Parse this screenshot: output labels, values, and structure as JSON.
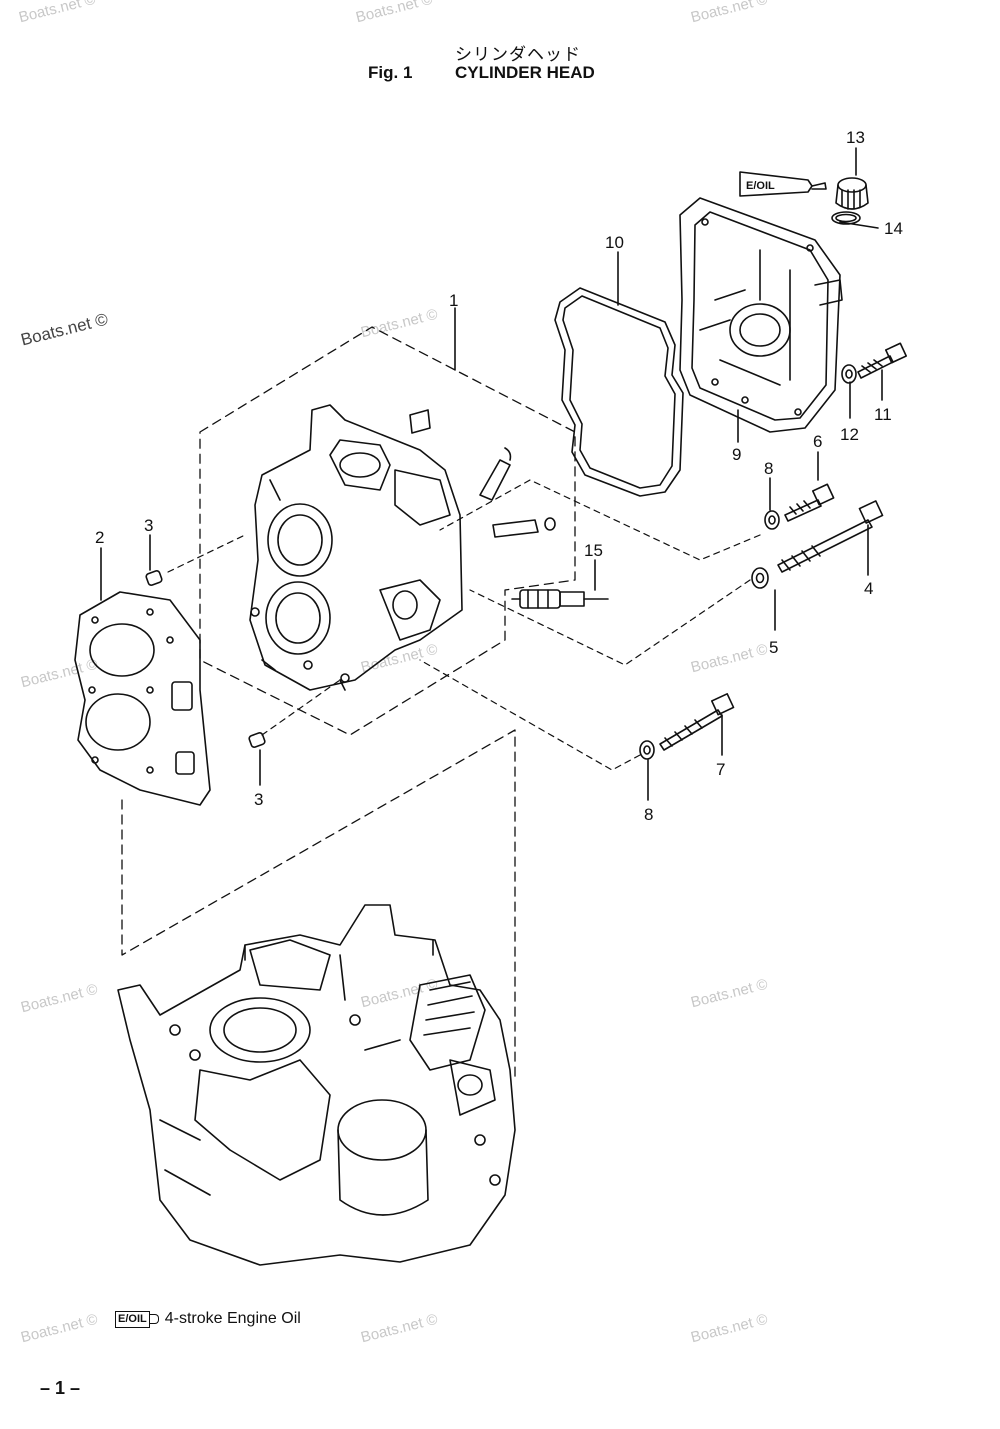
{
  "title": {
    "japanese": "シリンダヘッド",
    "figure": "Fig. 1",
    "main": "CYLINDER HEAD"
  },
  "watermark": "Boats.net ©",
  "callouts": [
    "1",
    "2",
    "3",
    "3",
    "4",
    "5",
    "6",
    "7",
    "8",
    "8",
    "9",
    "10",
    "11",
    "12",
    "13",
    "14",
    "15"
  ],
  "tube_label": "E/OIL",
  "legend": {
    "tube_label": "E/OIL",
    "text": "4-stroke Engine Oil"
  },
  "page_number": "– 1 –"
}
